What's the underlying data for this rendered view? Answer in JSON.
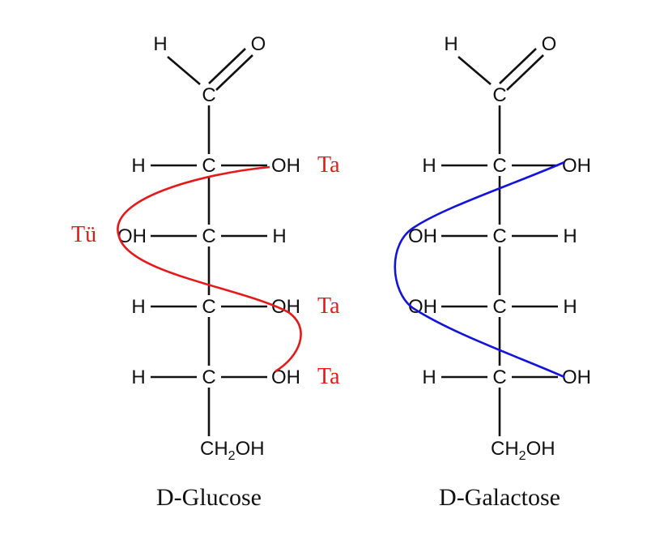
{
  "colors": {
    "glucose_curve": "#e31a1c",
    "galactose_curve": "#1414d8",
    "bond": "#111111",
    "background": "#ffffff"
  },
  "glucose": {
    "name": "D-Glucose",
    "aldehyde": {
      "h": "H",
      "o": "O",
      "c": "C"
    },
    "rows": [
      {
        "left": "H",
        "center": "C",
        "right": "OH"
      },
      {
        "left": "OH",
        "center": "C",
        "right": "H"
      },
      {
        "left": "H",
        "center": "C",
        "right": "OH"
      },
      {
        "left": "H",
        "center": "C",
        "right": "OH"
      }
    ],
    "terminal": {
      "main": "CH",
      "sub": "2",
      "tail": "OH"
    },
    "marks": {
      "row1": "Ta",
      "row2": "Tü",
      "row3": "Ta",
      "row4": "Ta"
    }
  },
  "galactose": {
    "name": "D-Galactose",
    "aldehyde": {
      "h": "H",
      "o": "O",
      "c": "C"
    },
    "rows": [
      {
        "left": "H",
        "center": "C",
        "right": "OH"
      },
      {
        "left": "OH",
        "center": "C",
        "right": "H"
      },
      {
        "left": "OH",
        "center": "C",
        "right": "H"
      },
      {
        "left": "H",
        "center": "C",
        "right": "OH"
      }
    ],
    "terminal": {
      "main": "CH",
      "sub": "2",
      "tail": "OH"
    }
  }
}
